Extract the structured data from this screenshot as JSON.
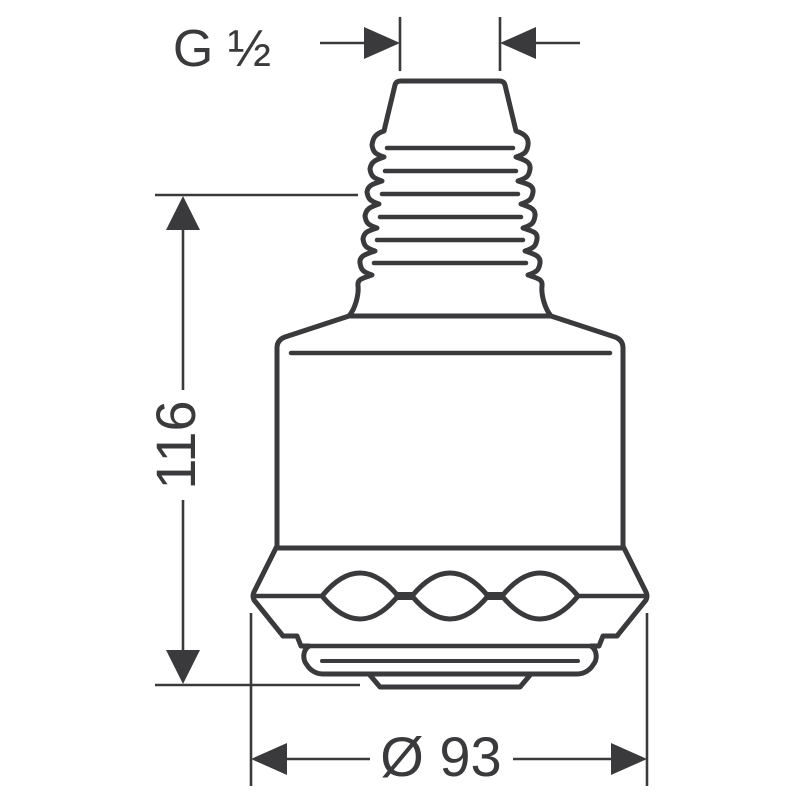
{
  "drawing": {
    "labels": {
      "thread_size": "G ½",
      "height": "116",
      "diameter": "Ø 93"
    },
    "colors": {
      "line": "#3a3a3c",
      "background": "#ffffff"
    }
  }
}
